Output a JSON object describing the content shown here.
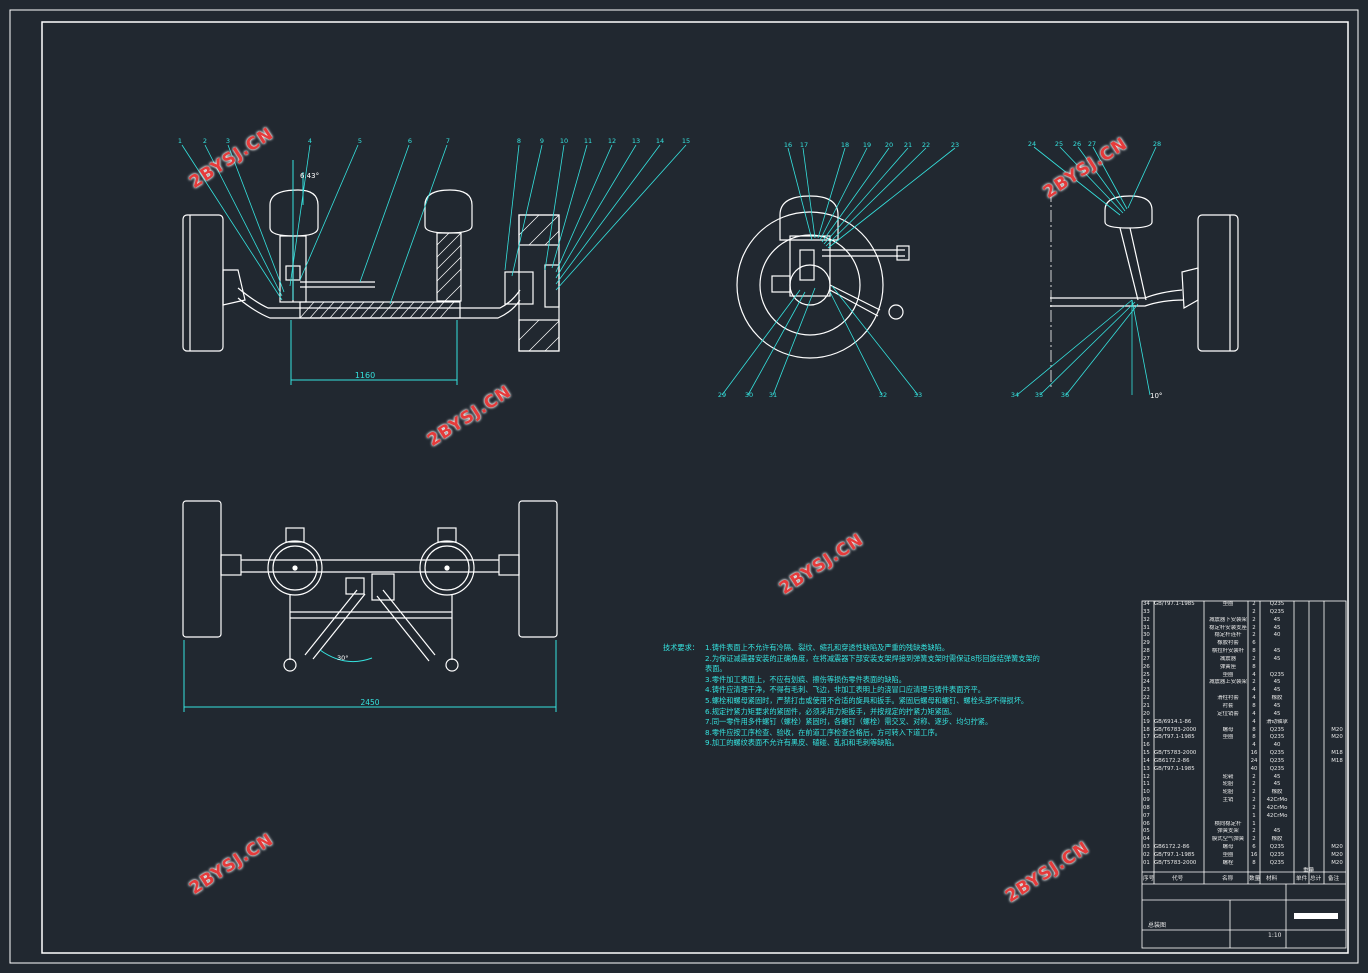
{
  "colors": {
    "background": "#212830",
    "line": "#ffffff",
    "leader": "#35e2de",
    "watermark": "#e63b3b"
  },
  "watermark": "2BYSJ.CN",
  "part_labels": {
    "front": [
      "1",
      "2",
      "3",
      "4",
      "5",
      "6",
      "7",
      "8",
      "9",
      "10",
      "11",
      "12",
      "13",
      "14",
      "15"
    ],
    "side": [
      "16",
      "17",
      "18",
      "19",
      "20",
      "21",
      "22",
      "23",
      "29",
      "30",
      "31",
      "32",
      "33"
    ],
    "right": [
      "24",
      "25",
      "26",
      "27",
      "28",
      "34",
      "35",
      "36"
    ]
  },
  "dimensions": {
    "track_inner": "1160",
    "track_overall": "2450",
    "toe_angle": "6.43°",
    "king_angle": "10°",
    "steer_angle": "30°"
  },
  "tech": {
    "heading": "技术要求：",
    "items": [
      "1.铸件表面上不允许有冷隔、裂纹、缩孔和穿透性缺陷及严重的残缺类缺陷。",
      "2.为保证减震器安装的正确角度，在将减震器下部安装支架焊接到弹簧支架时需保证8形回旋结弹簧支架的",
      "表面。",
      "3.零件加工表面上，不应有划痕、擦伤等损伤零件表面的缺陷。",
      "4.铸件应清理干净，不得有毛刺、飞边，非加工表明上的浇冒口应清理与铸件表面齐平。",
      "5.螺栓和螺母紧固时，严禁打击或使用不合适的旋具和扳手。紧固后螺母和螺钉、螺栓头部不得损坏。",
      "6.规定拧紧力矩要求的紧固件，必须采用力矩扳手，并按规定的拧紧力矩紧固。",
      "7.同一零件用多件螺钉（螺栓）紧固时，各螺钉（螺栓）需交叉、对称、逐步、均匀拧紧。",
      "8.零件应按工序检查、验收，在前道工序检查合格后，方可转入下道工序。",
      "9.加工的螺纹表面不允许有黑皮、磕碰、乱扣和毛刺等缺陷。"
    ]
  },
  "bom": {
    "rows": [
      {
        "no": "34",
        "code": "GB/T97.1-1985",
        "name": "垫圈",
        "qty": "2",
        "mat": "Q235",
        "rem": ""
      },
      {
        "no": "33",
        "code": "",
        "name": "",
        "qty": "2",
        "mat": "Q235",
        "rem": ""
      },
      {
        "no": "32",
        "code": "",
        "name": "减震器下安装架",
        "qty": "2",
        "mat": "45",
        "rem": ""
      },
      {
        "no": "31",
        "code": "",
        "name": "稳定杆安装支座",
        "qty": "2",
        "mat": "45",
        "rem": ""
      },
      {
        "no": "30",
        "code": "",
        "name": "稳定杆连杆",
        "qty": "2",
        "mat": "40",
        "rem": ""
      },
      {
        "no": "29",
        "code": "",
        "name": "橡胶衬套",
        "qty": "6",
        "mat": "",
        "rem": ""
      },
      {
        "no": "28",
        "code": "",
        "name": "横拉杆安装杆",
        "qty": "8",
        "mat": "45",
        "rem": ""
      },
      {
        "no": "27",
        "code": "",
        "name": "减震器",
        "qty": "2",
        "mat": "45",
        "rem": ""
      },
      {
        "no": "26",
        "code": "",
        "name": "弹簧座",
        "qty": "8",
        "mat": "",
        "rem": ""
      },
      {
        "no": "25",
        "code": "",
        "name": "垫圈",
        "qty": "4",
        "mat": "Q235",
        "rem": ""
      },
      {
        "no": "24",
        "code": "",
        "name": "减震器上安装架",
        "qty": "2",
        "mat": "45",
        "rem": ""
      },
      {
        "no": "23",
        "code": "",
        "name": "",
        "qty": "4",
        "mat": "45",
        "rem": ""
      },
      {
        "no": "22",
        "code": "",
        "name": "滑柱衬套",
        "qty": "4",
        "mat": "橡胶",
        "rem": ""
      },
      {
        "no": "21",
        "code": "",
        "name": "衬套",
        "qty": "8",
        "mat": "45",
        "rem": ""
      },
      {
        "no": "20",
        "code": "",
        "name": "定位销套",
        "qty": "4",
        "mat": "45",
        "rem": ""
      },
      {
        "no": "19",
        "code": "GB/6914.1-86",
        "name": "",
        "qty": "4",
        "mat": "滑动轴承",
        "rem": ""
      },
      {
        "no": "18",
        "code": "GB/T6783-2000",
        "name": "螺母",
        "qty": "8",
        "mat": "Q235",
        "rem": "M20"
      },
      {
        "no": "17",
        "code": "GB/T97.1-1985",
        "name": "垫圈",
        "qty": "8",
        "mat": "Q235",
        "rem": "M20"
      },
      {
        "no": "16",
        "code": "",
        "name": "",
        "qty": "4",
        "mat": "40",
        "rem": ""
      },
      {
        "no": "15",
        "code": "GB/T5783-2000",
        "name": "",
        "qty": "16",
        "mat": "Q235",
        "rem": "M18"
      },
      {
        "no": "14",
        "code": "GB6172.2-86",
        "name": "",
        "qty": "24",
        "mat": "Q235",
        "rem": "M18"
      },
      {
        "no": "13",
        "code": "GB/T97.1-1985",
        "name": "",
        "qty": "40",
        "mat": "Q235",
        "rem": ""
      },
      {
        "no": "12",
        "code": "",
        "name": "轮毂",
        "qty": "2",
        "mat": "45",
        "rem": ""
      },
      {
        "no": "11",
        "code": "",
        "name": "轮胎",
        "qty": "2",
        "mat": "45",
        "rem": ""
      },
      {
        "no": "10",
        "code": "",
        "name": "轮胎",
        "qty": "2",
        "mat": "橡胶",
        "rem": ""
      },
      {
        "no": "09",
        "code": "",
        "name": "主销",
        "qty": "2",
        "mat": "42CrMo",
        "rem": ""
      },
      {
        "no": "08",
        "code": "",
        "name": "",
        "qty": "2",
        "mat": "42CrMo",
        "rem": ""
      },
      {
        "no": "07",
        "code": "",
        "name": "",
        "qty": "1",
        "mat": "42CrMo",
        "rem": ""
      },
      {
        "no": "06",
        "code": "",
        "name": "横向稳定杆",
        "qty": "1",
        "mat": "",
        "rem": ""
      },
      {
        "no": "05",
        "code": "",
        "name": "弹簧支架",
        "qty": "2",
        "mat": "45",
        "rem": ""
      },
      {
        "no": "04",
        "code": "",
        "name": "膜式空气弹簧",
        "qty": "2",
        "mat": "橡胶",
        "rem": ""
      },
      {
        "no": "03",
        "code": "GB6172.2-86",
        "name": "螺母",
        "qty": "6",
        "mat": "Q235",
        "rem": "M20"
      },
      {
        "no": "02",
        "code": "GB/T97.1-1985",
        "name": "垫圈",
        "qty": "16",
        "mat": "Q235",
        "rem": "M20"
      },
      {
        "no": "01",
        "code": "GB/T5783-2000",
        "name": "螺栓",
        "qty": "8",
        "mat": "Q235",
        "rem": "M20"
      }
    ],
    "header": {
      "no": "序号",
      "code": "代号",
      "name": "名称",
      "qty": "数量",
      "mat": "材料",
      "single": "单件",
      "total": "总计",
      "weight": "重量",
      "rem": "备注"
    }
  },
  "title_block": {
    "drawing_name": "总装图",
    "scale": "1:10",
    "sheet": ""
  }
}
